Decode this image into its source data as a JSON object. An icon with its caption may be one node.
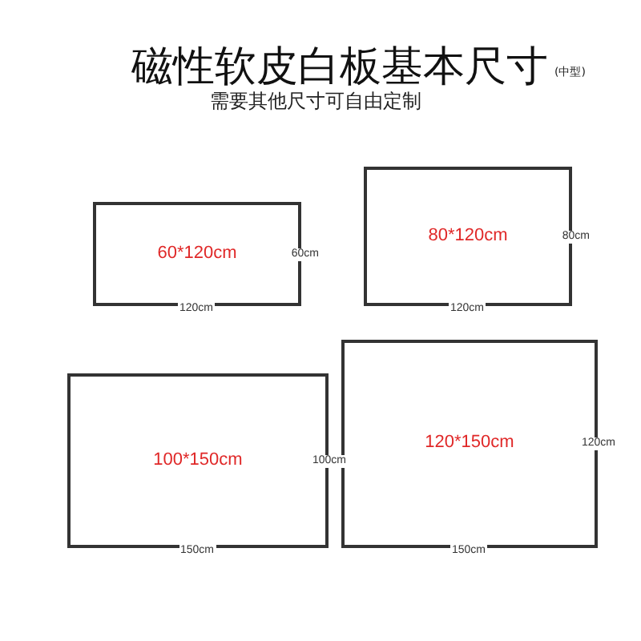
{
  "diagram": {
    "title": "磁性软皮白板基本尺寸",
    "nodes": [
      {
        "text": [
          "60*120cm"
        ],
        "beside": [
          "60cm",
          "120cm"
        ]
      },
      {
        "text": [
          "80*120cm"
        ],
        "beside": [
          "80cm",
          "120cm"
        ]
      },
      {
        "text": [
          "100*150cm"
        ],
        "beside": [
          "100cm",
          "150cm"
        ]
      },
      {
        "text": [
          "120*150cm"
        ],
        "beside": [
          "120cm",
          "150cm"
        ]
      }
    ],
    "labels": [
      "(中型)",
      "需要其他尺寸可自由定制"
    ]
  }
}
